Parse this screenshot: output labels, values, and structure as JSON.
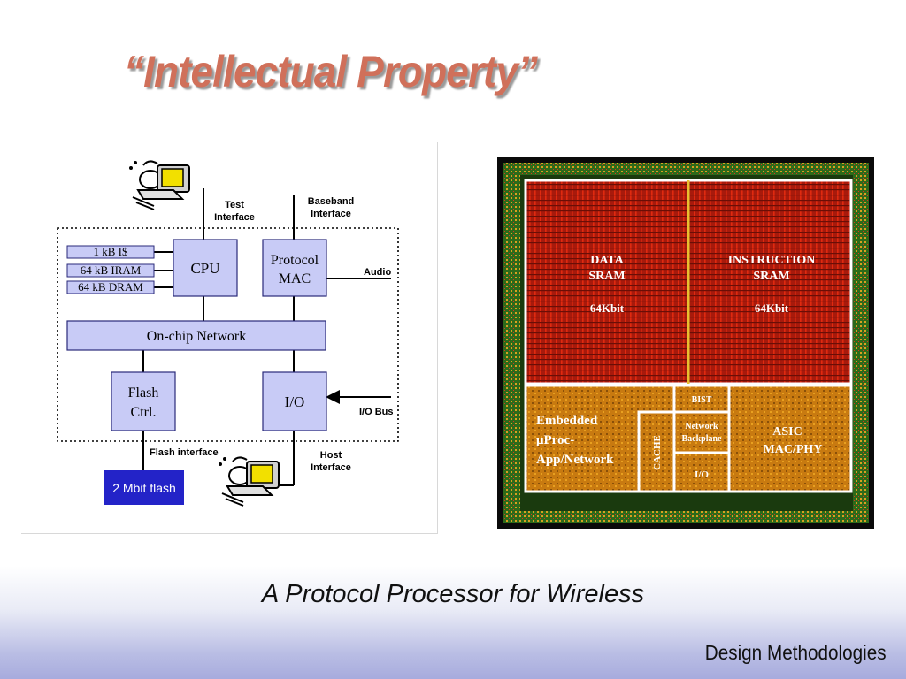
{
  "slide": {
    "title": "“Intellectual Property”",
    "caption": "A Protocol Processor for Wireless",
    "footer": "Design Methodologies"
  },
  "block_diagram": {
    "memories": [
      "1 kB I$",
      "64 kB IRAM",
      "64 kB DRAM"
    ],
    "cpu": "CPU",
    "protocol_mac": [
      "Protocol",
      "MAC"
    ],
    "network": "On-chip Network",
    "flash_ctrl": [
      "Flash",
      "Ctrl."
    ],
    "io": "I/O",
    "flash": "2 Mbit flash",
    "test_interface": [
      "Test",
      "Interface"
    ],
    "baseband_interface": [
      "Baseband",
      "Interface"
    ],
    "audio": "Audio",
    "io_bus": "I/O Bus",
    "flash_interface": "Flash interface",
    "host_interface": [
      "Host",
      "Interface"
    ]
  },
  "die_photo": {
    "data_sram": [
      "DATA",
      "SRAM"
    ],
    "data_size": "64Kbit",
    "instruction_sram": [
      "INSTRUCTION",
      "SRAM"
    ],
    "instruction_size": "64Kbit",
    "embedded": [
      "Embedded",
      "μProc-",
      "App/Network"
    ],
    "cache": "CACHE",
    "bist": "BIST",
    "network_backplane": [
      "Network",
      "Backplane"
    ],
    "io": "I/O",
    "asic": [
      "ASIC",
      "MAC/PHY"
    ]
  },
  "colors": {
    "title": "#d0705a",
    "block_fill": "#c8cbf6",
    "flash_fill": "#2323c8",
    "sram_red": "#a81a0c",
    "logic_orange": "#c87a10"
  }
}
